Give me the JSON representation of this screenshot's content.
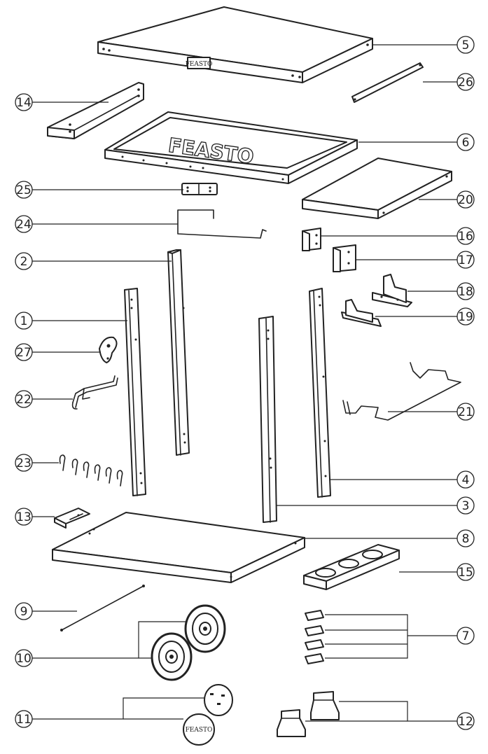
{
  "brand": {
    "lid_logo": "FEASTO",
    "plate_logo": "FEASTO"
  },
  "callouts": [
    {
      "id": "1",
      "label": "1"
    },
    {
      "id": "2",
      "label": "2"
    },
    {
      "id": "3",
      "label": "3"
    },
    {
      "id": "4",
      "label": "4"
    },
    {
      "id": "5",
      "label": "5"
    },
    {
      "id": "6",
      "label": "6"
    },
    {
      "id": "7",
      "label": "7"
    },
    {
      "id": "8",
      "label": "8"
    },
    {
      "id": "9",
      "label": "9"
    },
    {
      "id": "10",
      "label": "10"
    },
    {
      "id": "11",
      "label": "11"
    },
    {
      "id": "12",
      "label": "12"
    },
    {
      "id": "13",
      "label": "13"
    },
    {
      "id": "14",
      "label": "14"
    },
    {
      "id": "15",
      "label": "15"
    },
    {
      "id": "16",
      "label": "16"
    },
    {
      "id": "17",
      "label": "17"
    },
    {
      "id": "18",
      "label": "18"
    },
    {
      "id": "19",
      "label": "19"
    },
    {
      "id": "20",
      "label": "20"
    },
    {
      "id": "21",
      "label": "21"
    },
    {
      "id": "22",
      "label": "22"
    },
    {
      "id": "23",
      "label": "23"
    },
    {
      "id": "24",
      "label": "24"
    },
    {
      "id": "25",
      "label": "25"
    },
    {
      "id": "26",
      "label": "26"
    },
    {
      "id": "27",
      "label": "27"
    }
  ]
}
